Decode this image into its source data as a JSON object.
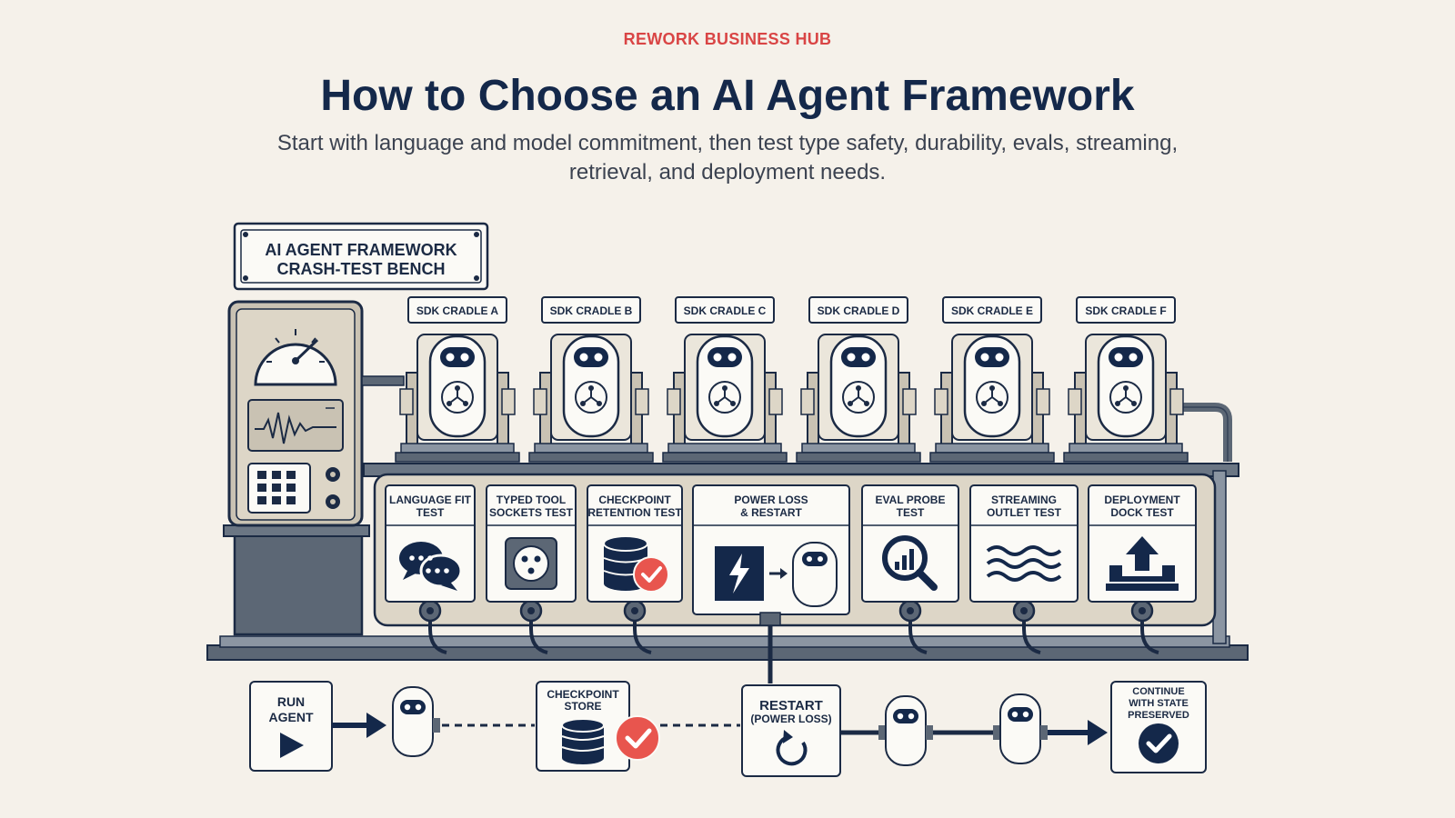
{
  "header": {
    "kicker": "REWORK BUSINESS HUB",
    "title": "How to Choose an AI Agent Framework",
    "subtitle": "Start with language and model commitment, then test type safety, durability, evals, streaming, retrieval, and deployment needs."
  },
  "colors": {
    "accent_red": "#d94545",
    "navy": "#14284a",
    "background": "#f5f1ea"
  },
  "bench": {
    "sign_line1": "AI AGENT FRAMEWORK",
    "sign_line2": "CRASH-TEST BENCH",
    "cradles": [
      "SDK CRADLE A",
      "SDK CRADLE B",
      "SDK CRADLE C",
      "SDK CRADLE D",
      "SDK CRADLE E",
      "SDK CRADLE F"
    ]
  },
  "tests": [
    {
      "line1": "LANGUAGE FIT",
      "line2": "TEST",
      "icon": "chat-bubbles-icon"
    },
    {
      "line1": "TYPED TOOL",
      "line2": "SOCKETS TEST",
      "icon": "socket-icon"
    },
    {
      "line1": "CHECKPOINT",
      "line2": "RETENTION TEST",
      "icon": "database-check-icon"
    },
    {
      "line1": "POWER LOSS",
      "line2": "& RESTART",
      "icon": "power-restart-icon"
    },
    {
      "line1": "EVAL PROBE",
      "line2": "TEST",
      "icon": "magnifier-chart-icon"
    },
    {
      "line1": "STREAMING",
      "line2": "OUTLET TEST",
      "icon": "waves-icon"
    },
    {
      "line1": "DEPLOYMENT",
      "line2": "DOCK TEST",
      "icon": "upload-dock-icon"
    }
  ],
  "flow": {
    "run_line1": "RUN",
    "run_line2": "AGENT",
    "checkpoint_line1": "CHECKPOINT",
    "checkpoint_line2": "STORE",
    "restart_line1": "RESTART",
    "restart_line2": "(POWER LOSS)",
    "continue_line1": "CONTINUE",
    "continue_line2": "WITH STATE",
    "continue_line3": "PRESERVED"
  }
}
